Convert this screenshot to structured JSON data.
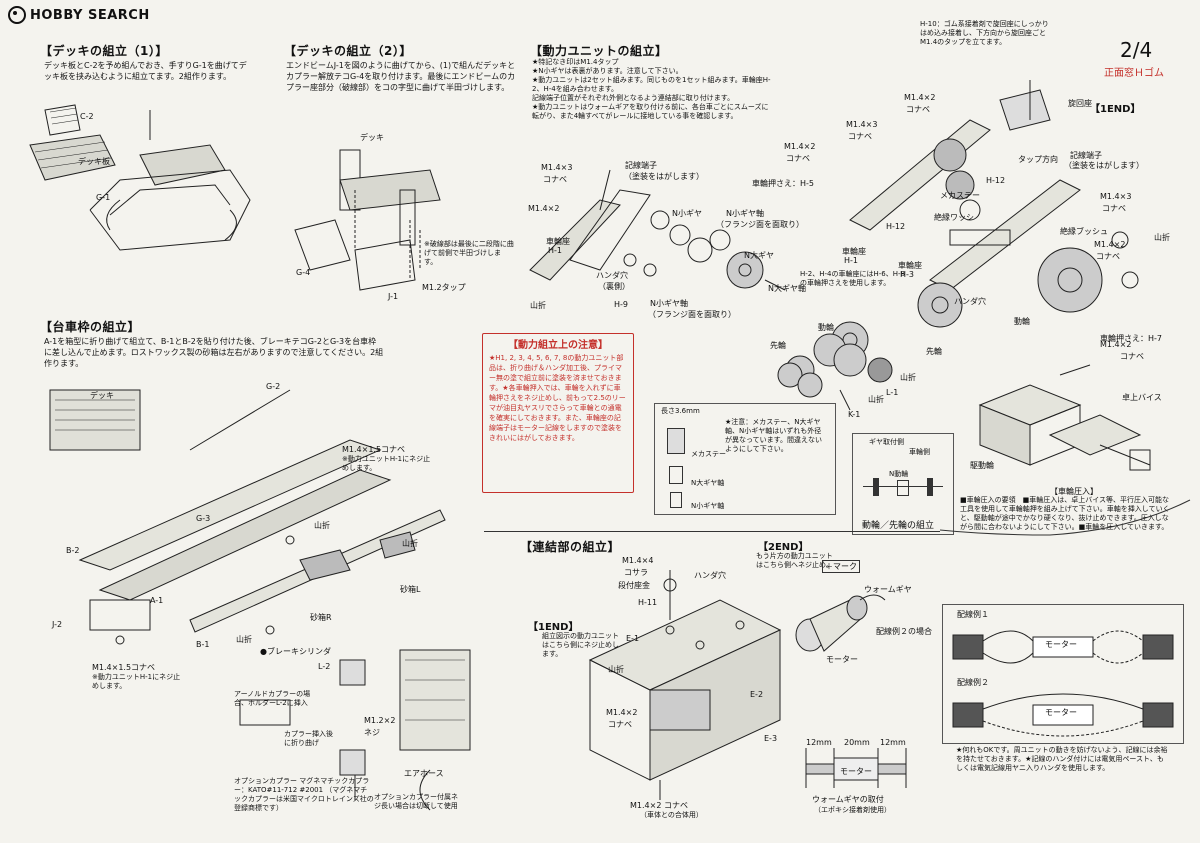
{
  "logo": {
    "text": "HOBBY SEARCH"
  },
  "page": {
    "number": "2/4",
    "subtitle": "正面窓Ｈゴム"
  },
  "deck1": {
    "title": "【デッキの組立（1）】",
    "body": "デッキ板とC-2を予め組んでおき、手すりG-1を曲げてデッキ板を挟み込むように組立てます。2組作ります。",
    "labels": {
      "c2": "C-2",
      "deck": "デッキ板",
      "g1": "G-1"
    }
  },
  "deck2": {
    "title": "【デッキの組立（2）】",
    "body": "エンドビームJ-1を図のように曲げてから、(1)で組んだデッキとカプラー解放テコG-4を取り付けます。最後にエンドビームのカプラー座部分（破線部）をコの字型に曲げて半田づけします。",
    "labels": {
      "deck": "デッキ",
      "g4": "G-4",
      "j1": "J-1",
      "tap": "M1.2タップ"
    },
    "note": "※破線部は最後に二段階に曲げて前側で半田づけします。"
  },
  "power": {
    "title": "【動力ユニットの組立】",
    "notes": [
      "★特記なき印はM1.4タップ",
      "★N小ギヤは表裏があります。注意して下さい。",
      "★動力ユニットは2セット組みます。同じものを1セット組みます。車輪座H-2、H-4を組み合わせます。",
      "記線端子位置がそれぞれ外側となるよう連結部に取り付けます。",
      "★動力ユニットはウォームギアを取り付ける前に、各台車ごとにスムーズに転がり、また4輪すべてがレールに接地している事を確認します。"
    ],
    "labels": {
      "m14x3": "M1.4×3",
      "konabe": "コナベ",
      "kisen": "記線端子",
      "kisen_sub": "（塗装をはがします）",
      "m14x2": "M1.4×2",
      "h1": "H-1",
      "sharinza": "車輪座",
      "nshogiya": "N小ギヤ",
      "nshojiku": "N小ギヤ軸",
      "flange": "（フランジ面を面取り）",
      "handa": "ハンダ穴",
      "ura": "（裏側）",
      "yamaori": "山折",
      "h9": "H-9",
      "nogiya": "N大ギヤ",
      "nojiku": "N大ギヤ軸",
      "h5": "車輪押さえ：H-5",
      "gomu_note": "H-10：ゴム系接着剤で旋回座にしっかりはめ込み接着し、下方向から旋回座ごとM1.4のタップを立てます。",
      "senkaiza": "旋回座",
      "tap_dir": "タップ方向",
      "end1": "【1END】",
      "h12": "H-12",
      "mekastay": "メカステー",
      "zetsuen_w": "絶縁ワッシ",
      "zetsuen_b": "絶縁ブッシュ",
      "h3": "H-3",
      "h24_note": "H-2、H-4の車輪座にはH-6、H-8の車輪押さえを使用します。",
      "dorin": "動輪",
      "sentou": "先輪",
      "l1": "L-1",
      "k1": "K-1",
      "h7": "車輪押さえ：H-7",
      "vise": "卓上バイス",
      "driven": "駆動輪",
      "wheel_in": "【車輪圧入】"
    }
  },
  "caution": {
    "title": "【動力組立上の注意】",
    "body": "★H1, 2, 3, 4, 5, 6, 7, 8の動力ユニット部品は、折り曲げ＆ハンダ加工後、プライマー無の塗で組立前に塗装を済ませておきます。★各車輪押入では、車輪を入れずに車輪押さえをネジ止めし、前もって2.5のリーマが油目丸ヤスリでさらって車輪との通電を確実にしておきます。また、車輪座の記線端子はモーター記線をしますので塗装をきれいにはがしておきます。"
  },
  "collar": {
    "length": "長さ3.6mm",
    "note": "★注意：メカステー、N大ギヤ軸、N小ギヤ軸はいずれも外径が異なっています。間違えないようにして下さい。",
    "labels": {
      "mekastay": "メカステー",
      "nogiya": "N大ギヤ軸",
      "nshogiya": "N小ギヤ軸"
    }
  },
  "wheelset": {
    "caption": "動輪／先輪の組立",
    "labels": {
      "gear": "ギヤ取付側",
      "car_side": "車輪側",
      "n_dorin": "N動輪"
    }
  },
  "press_note": "■車輪圧入の要領　■車輪圧入は、卓上バイス等、平行圧入可能な工具を使用して車輪軸押を組み上げて下さい。車軸を挿入していくと、駆動軸が途中でかなり硬くなり、抜け止めできます。圧入しながら間に合わないようにして下さい。■車輪を圧入していきます。",
  "bogie": {
    "title": "【台車枠の組立】",
    "body": "A-1を箱型に折り曲げて組立て、B-1とB-2を貼り付けた後、ブレーキテコG-2とG-3を台車枠に差し込んで止めます。ロストワックス製の砂箱は左右がありますので注意してください。2組作ります。",
    "labels": {
      "deck": "デッキ",
      "g2": "G-2",
      "g3": "G-3",
      "b2": "B-2",
      "a1": "A-1",
      "b1": "B-1",
      "j2": "J-2",
      "m14x15": "M1.4×1.5コナベ",
      "m14x15_note": "※動力ユニットH-1にネジ止めします。",
      "yamaori": "山折",
      "sunabako_l": "砂箱L",
      "sunabako_r": "砂箱R",
      "brake": "●ブレーキシリンダ",
      "m14x15b": "M1.4×1.5コナベ",
      "m14x15b_note": "※動力ユニットH-1にネジ止めします。"
    }
  },
  "coupler": {
    "labels": {
      "l2": "L-2",
      "arnold": "アーノルドカプラーの場合、ホルダーL-2に挿入",
      "m12x2": "M1.2×2",
      "neji": "ネジ",
      "insert": "カプラー挿入後に折り曲げ",
      "option": "オプションカプラー マグネマチックカプラー：KATO#11-712 #2001 （マグネマチックカプラーは米国マイクロトレインズ社の登録商標です）",
      "air": "エアホース",
      "option_note": "オプションカプラー付属ネジ長い場合は切断して使用"
    }
  },
  "link": {
    "title": "【連結部の組立】",
    "labels": {
      "m14x4": "M1.4×4",
      "kosara": "コサラ",
      "dantsuki": "段付座金",
      "handa": "ハンダ穴",
      "h11": "H-11",
      "end1": "【1END】",
      "end1_note": "組立図示の動力ユニットはこちら側にネジ止めします。",
      "e1": "E-1",
      "yamaori": "山折",
      "m14x2": "M1.4×2",
      "konabe": "コナベ",
      "e2": "E-2",
      "e3": "E-3",
      "m14x2b": "M1.4×2 コナベ",
      "m14x2b_note": "（車体との合体用）",
      "end2": "【2END】",
      "end2_note": "もう片方の動力ユニットはこちら側へネジ止め。",
      "plus": "＋マーク",
      "worm": "ウォームギヤ",
      "wiring2": "配線例２の場合",
      "motor": "モーター"
    }
  },
  "worm": {
    "dims": [
      "12mm",
      "20mm",
      "12mm"
    ],
    "motor": "モーター",
    "caption": "ウォームギヤの取付",
    "caption_sub": "（エポキシ接着剤使用）"
  },
  "wiring": {
    "ex1": "配線例１",
    "ex2": "配線例２",
    "motor": "モーター",
    "note": "★何れもOKです。周ユニットの動きを妨げないよう、記線には余裕を持たせておきます。★記線のハンダ付けには電気用ペースト、もしくは電気記線用ヤニ入りハンダを使用します。"
  },
  "colors": {
    "red": "#c4302b",
    "ink": "#111111",
    "paper": "#f4f3ee"
  }
}
